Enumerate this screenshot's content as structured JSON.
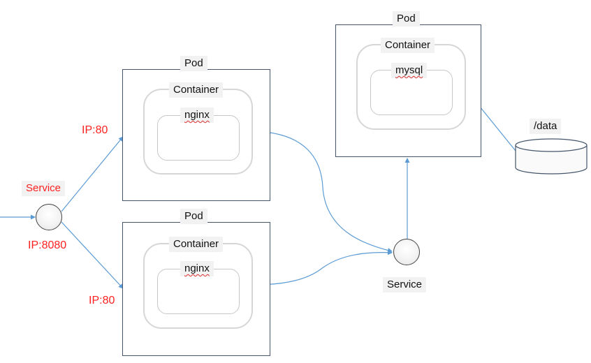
{
  "pods": {
    "nginx_pod_1": {
      "pod_label": "Pod",
      "container_label": "Container",
      "app_label": "nginx"
    },
    "nginx_pod_2": {
      "pod_label": "Pod",
      "container_label": "Container",
      "app_label": "nginx"
    },
    "mysql_pod": {
      "pod_label": "Pod",
      "container_label": "Container",
      "app_label": "mysql"
    }
  },
  "services": {
    "frontend": {
      "label": "Service",
      "port_label": "IP:8080"
    },
    "backend": {
      "label": "Service"
    }
  },
  "routes": {
    "to_pod_1": "IP:80",
    "to_pod_2": "IP:80"
  },
  "storage": {
    "label": "/data"
  },
  "colors": {
    "connector": "#5b9bd5",
    "highlight_text": "#ff2020",
    "pod_border": "#44546a"
  }
}
